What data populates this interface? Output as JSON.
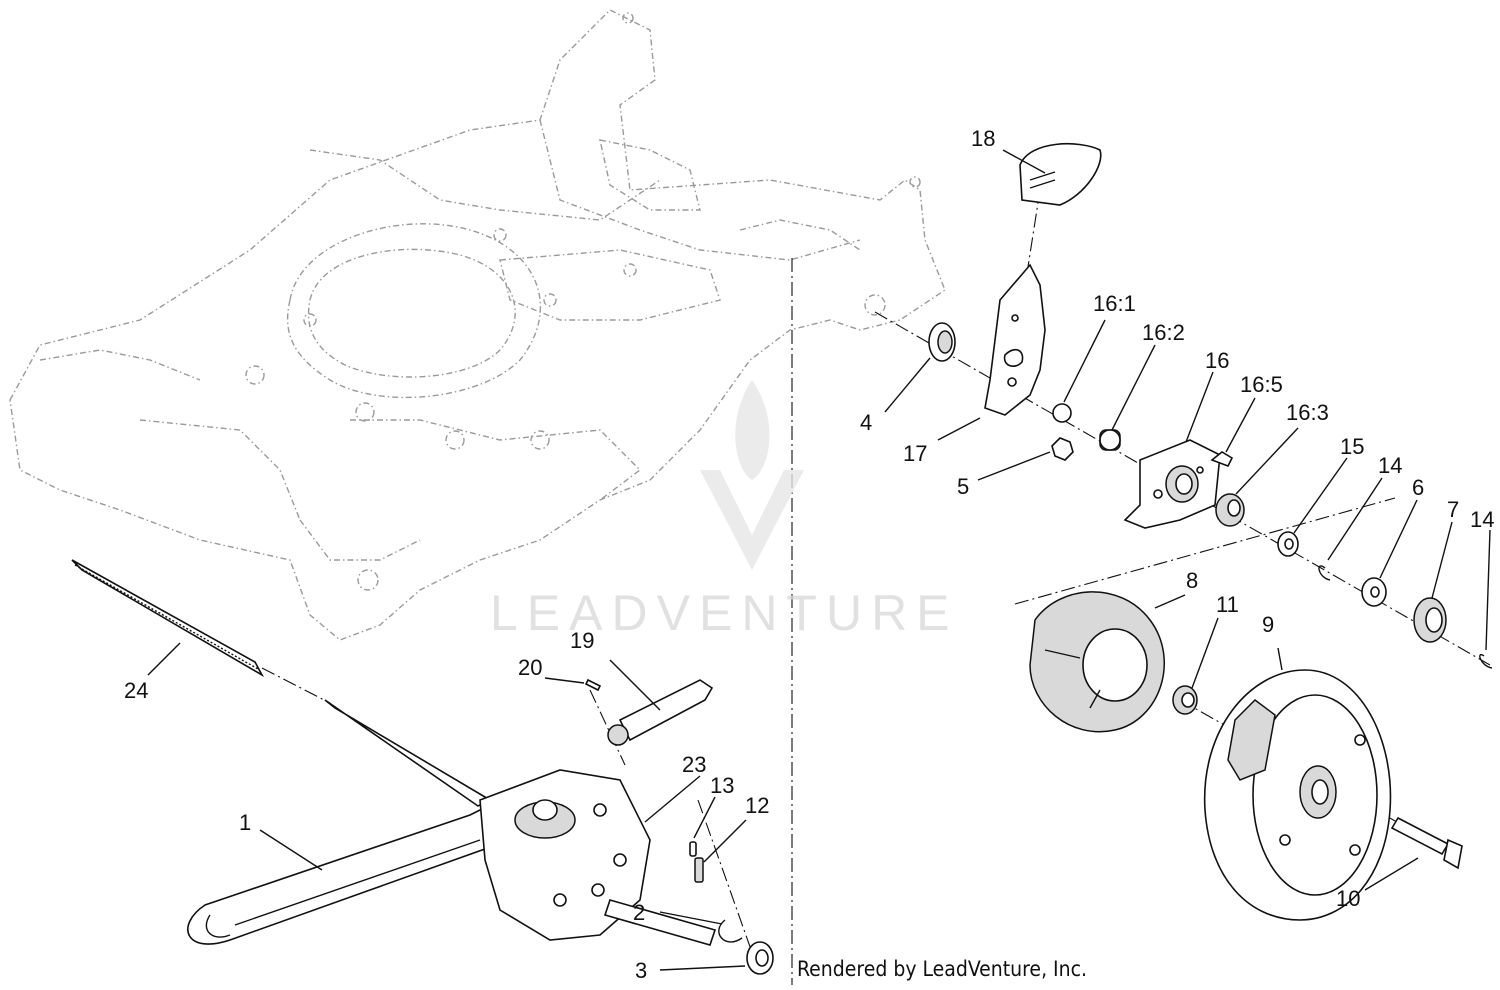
{
  "diagram": {
    "callouts": [
      "18",
      "16:1",
      "16:2",
      "16",
      "16:5",
      "16:3",
      "15",
      "14",
      "6",
      "7",
      "14",
      "4",
      "17",
      "5",
      "8",
      "11",
      "9",
      "10",
      "24",
      "20",
      "19",
      "23",
      "13",
      "12",
      "1",
      "2",
      "3"
    ],
    "credit": "Rendered by LeadVenture, Inc.",
    "watermark": "LEADVENTURE"
  },
  "colors": {
    "line": "#111111",
    "ghost": "#9a9a9a",
    "watermark": "#d8d8d8"
  }
}
